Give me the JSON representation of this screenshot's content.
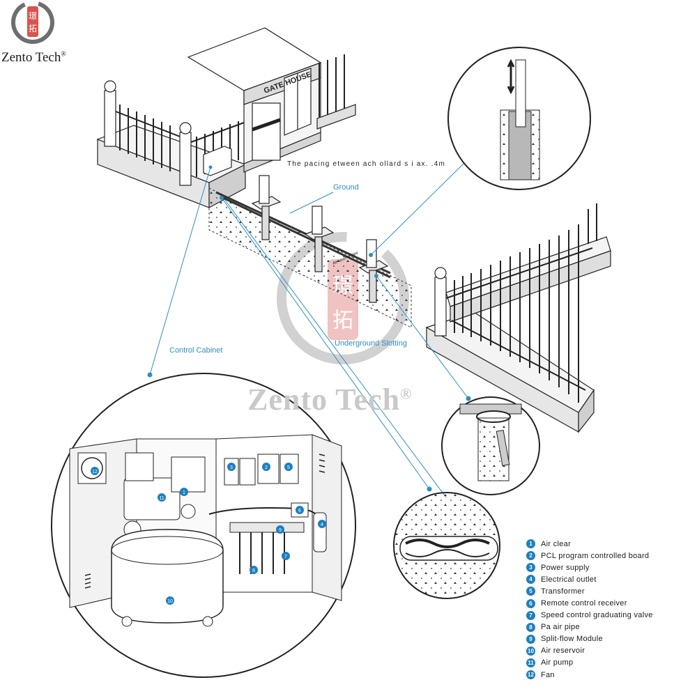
{
  "brand": {
    "name": "Zento Tech",
    "mark": "®",
    "logo_glyphs": [
      "璟",
      "拓"
    ]
  },
  "watermark": {
    "text": "Zento Tech",
    "mark": "®",
    "glyphs": [
      "璟",
      "拓"
    ]
  },
  "gate_house_label": "GATE HOUSE",
  "spacing_note": "The  pacing  etween  ach  ollard s i  ax.  .4m",
  "callouts": {
    "ground": "Ground",
    "underground_slotting": "Underground Slotting",
    "control_cabinet": "Control Cabinet"
  },
  "pipe_label": "Air  sealed pipe",
  "legend": [
    {
      "num": "1",
      "label": "Air clear"
    },
    {
      "num": "2",
      "label": "PCL program controlled board"
    },
    {
      "num": "3",
      "label": "Power supply"
    },
    {
      "num": "4",
      "label": "Electrical outlet"
    },
    {
      "num": "5",
      "label": "Transformer"
    },
    {
      "num": "6",
      "label": "Remote control receiver"
    },
    {
      "num": "7",
      "label": "Speed control graduating valve"
    },
    {
      "num": "8",
      "label": "Pa air pipe"
    },
    {
      "num": "9",
      "label": "Split-flow Module"
    },
    {
      "num": "10",
      "label": "Air reservoir"
    },
    {
      "num": "11",
      "label": "Air pump"
    },
    {
      "num": "12",
      "label": "Fan"
    }
  ],
  "colors": {
    "accent": "#2e8fc2",
    "badge": "#1e7fc0",
    "seal": "#d9534f",
    "line": "#222222"
  }
}
